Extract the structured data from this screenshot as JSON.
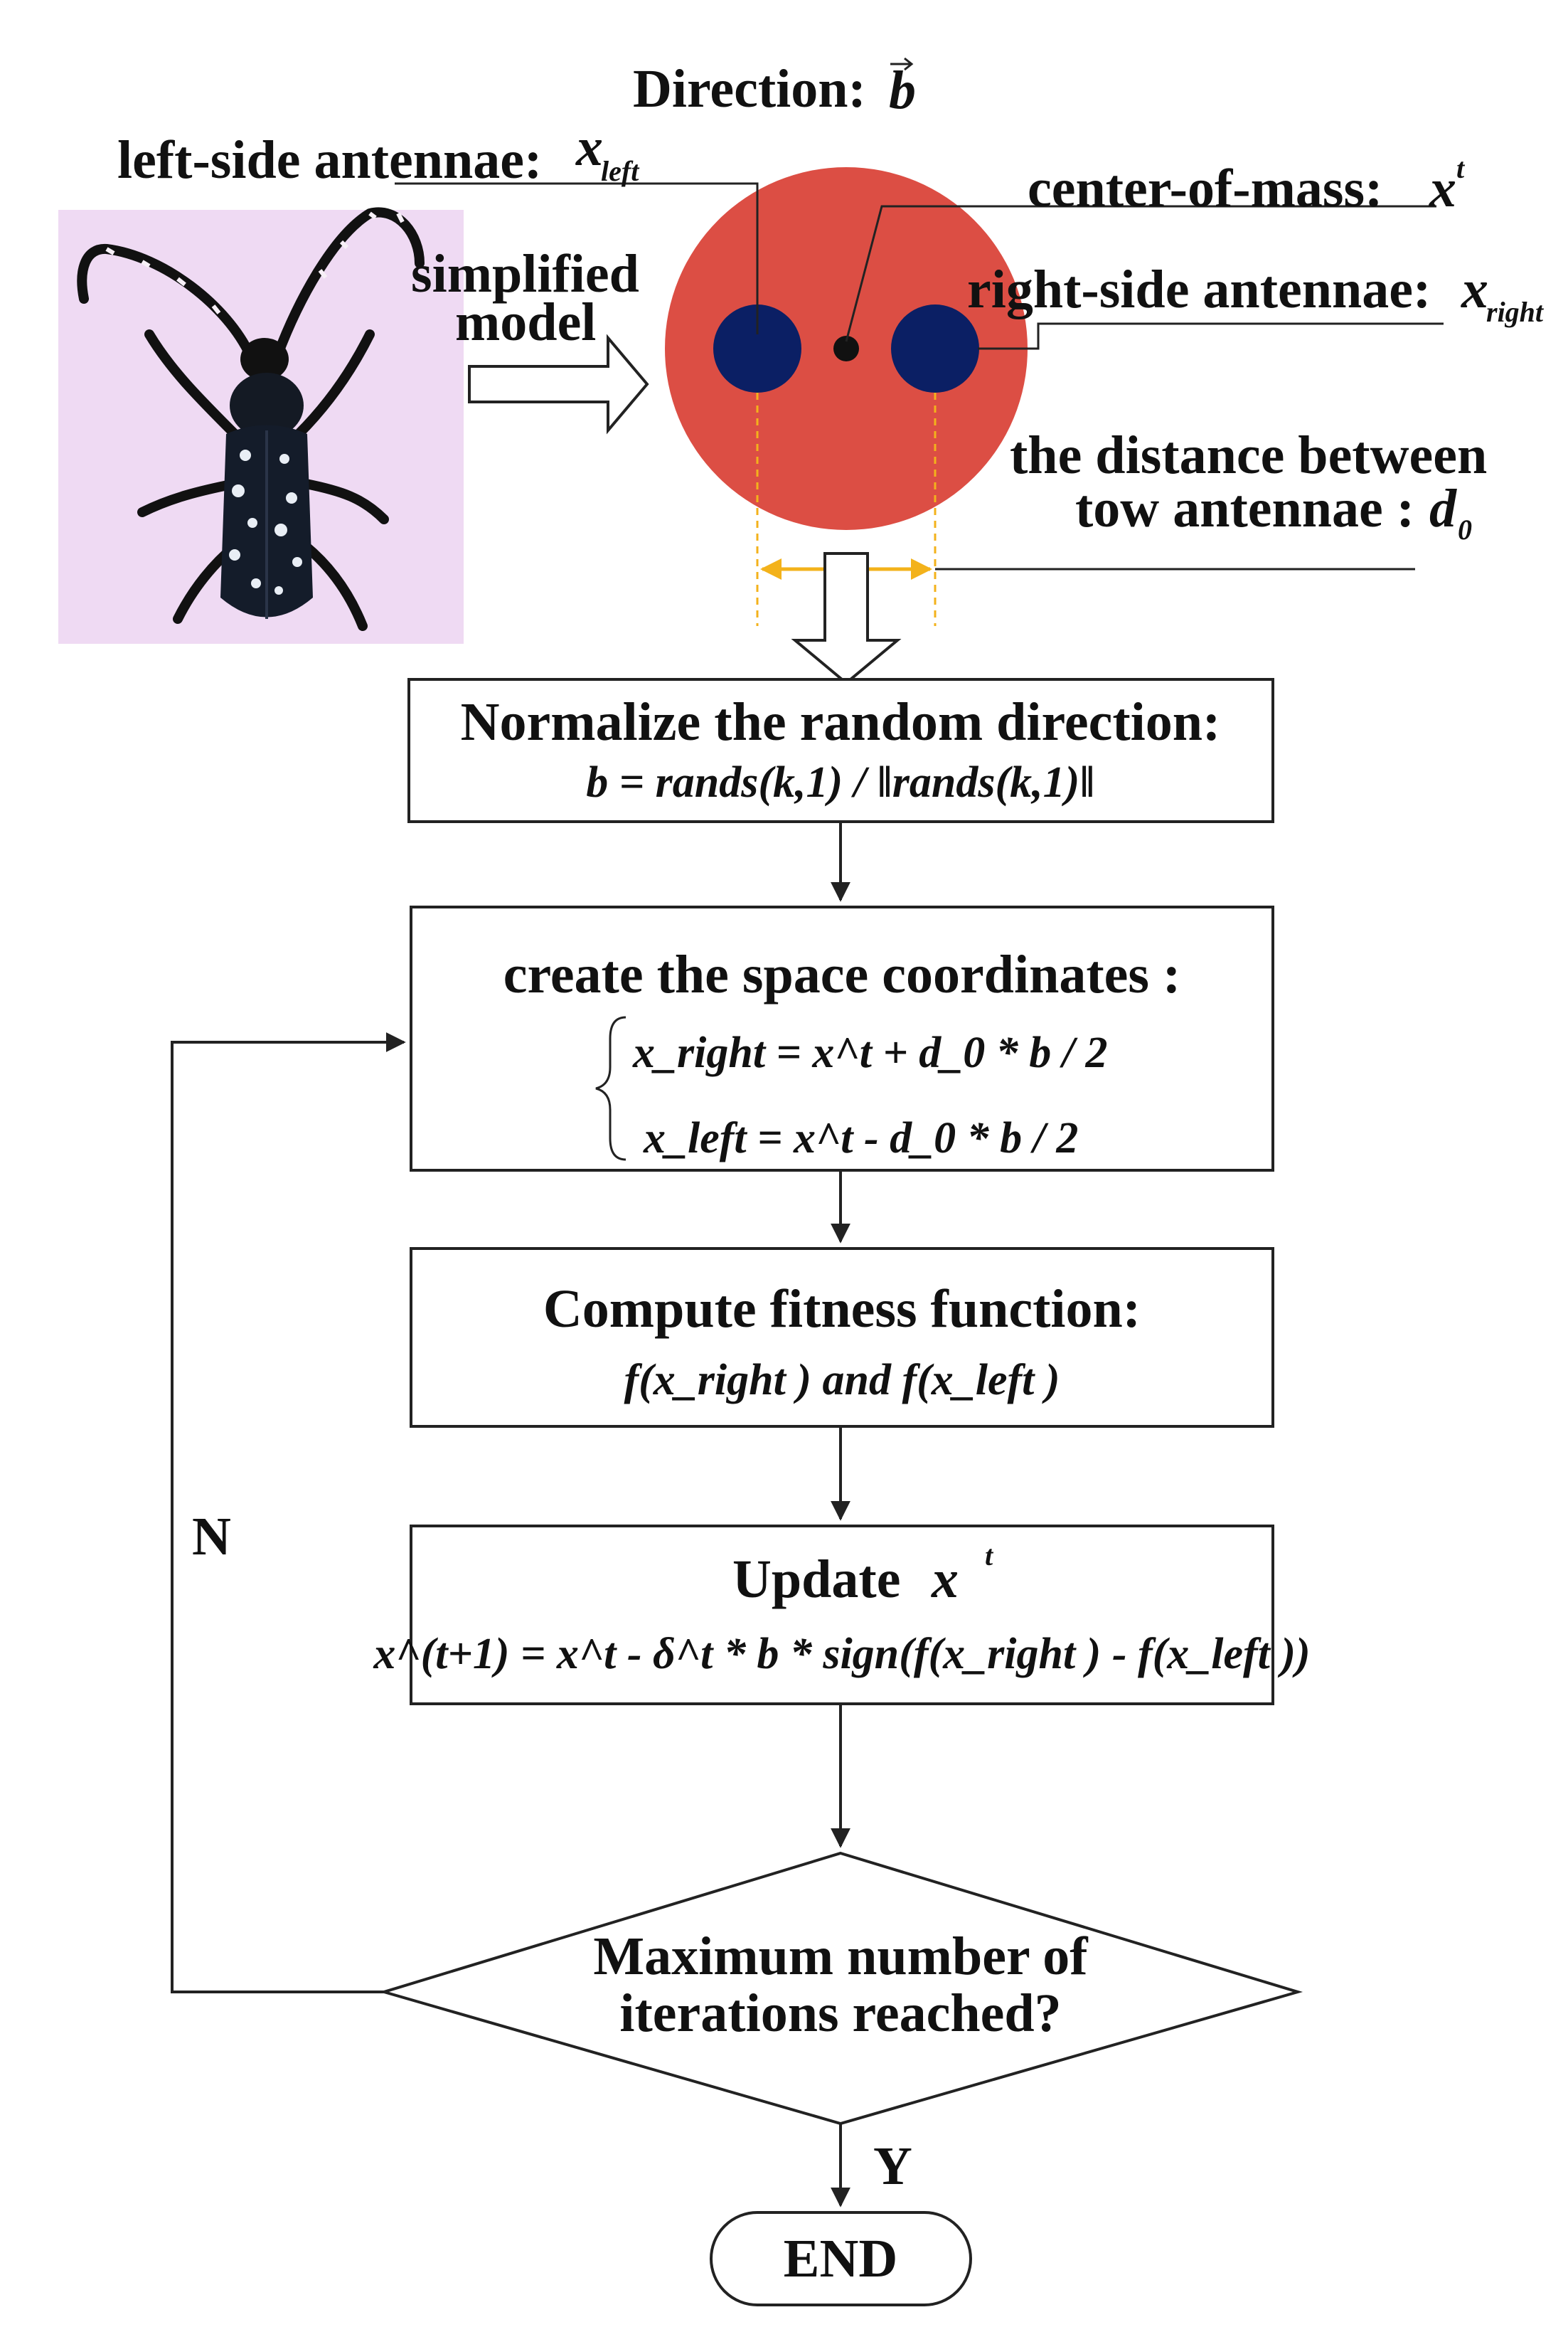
{
  "colors": {
    "body": "#dc4e44",
    "antenna": "#0b1f64",
    "measure": "#f3b21b",
    "line": "#222222",
    "photo_bg": "#efdaf3"
  },
  "header": {
    "direction_label": "Direction:",
    "direction_symbol": "b"
  },
  "model": {
    "left_antenna_label": "left-side antennae:",
    "left_antenna_var": "x",
    "left_antenna_sub": "left",
    "center_label": "center-of-mass:",
    "center_var": "x",
    "center_sup": "t",
    "right_antenna_label": "right-side antennae:",
    "right_antenna_var": "x",
    "right_antenna_sub": "right",
    "simplified_line1": "simplified",
    "simplified_line2": "model",
    "distance_line1": "the distance between",
    "distance_line2": "tow antennae :",
    "distance_var": "d",
    "distance_sub": "0"
  },
  "steps": {
    "normalize_title": "Normalize the random direction:",
    "normalize_formula": "b = rands(k,1) / ‖rands(k,1)‖",
    "coords_title": "create the space coordinates :",
    "coords_right": "x_right = x^t + d_0 * b / 2",
    "coords_left": "x_left = x^t - d_0 * b / 2",
    "fitness_title": "Compute fitness function:",
    "fitness_formula": "f(x_right ) and  f(x_left )",
    "update_title": "Update",
    "update_var": "x",
    "update_sup": "t",
    "update_formula": "x^(t+1) = x^t - δ^t * b * sign(f(x_right ) - f(x_left ))"
  },
  "decision": {
    "line1": "Maximum number of",
    "line2": "iterations reached?",
    "no_label": "N",
    "yes_label": "Y"
  },
  "end": {
    "label": "END"
  }
}
